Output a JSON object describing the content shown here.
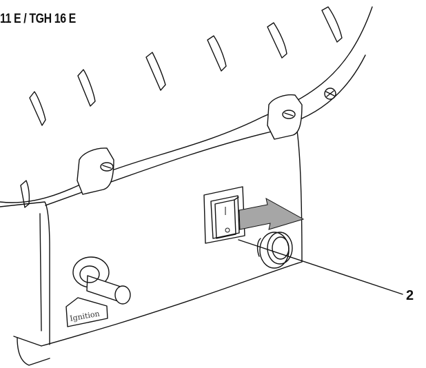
{
  "title": "11 E / TGH 16 E",
  "callout": {
    "number": "2"
  },
  "ignition_label": "Ignition",
  "icons": [
    "switch-icon",
    "arrow-icon",
    "ignition-knob-icon",
    "screw-icon",
    "leader-line"
  ],
  "colors": {
    "ink": "#111111",
    "arrow_fill": "#a6a6a6",
    "background": "#ffffff"
  }
}
